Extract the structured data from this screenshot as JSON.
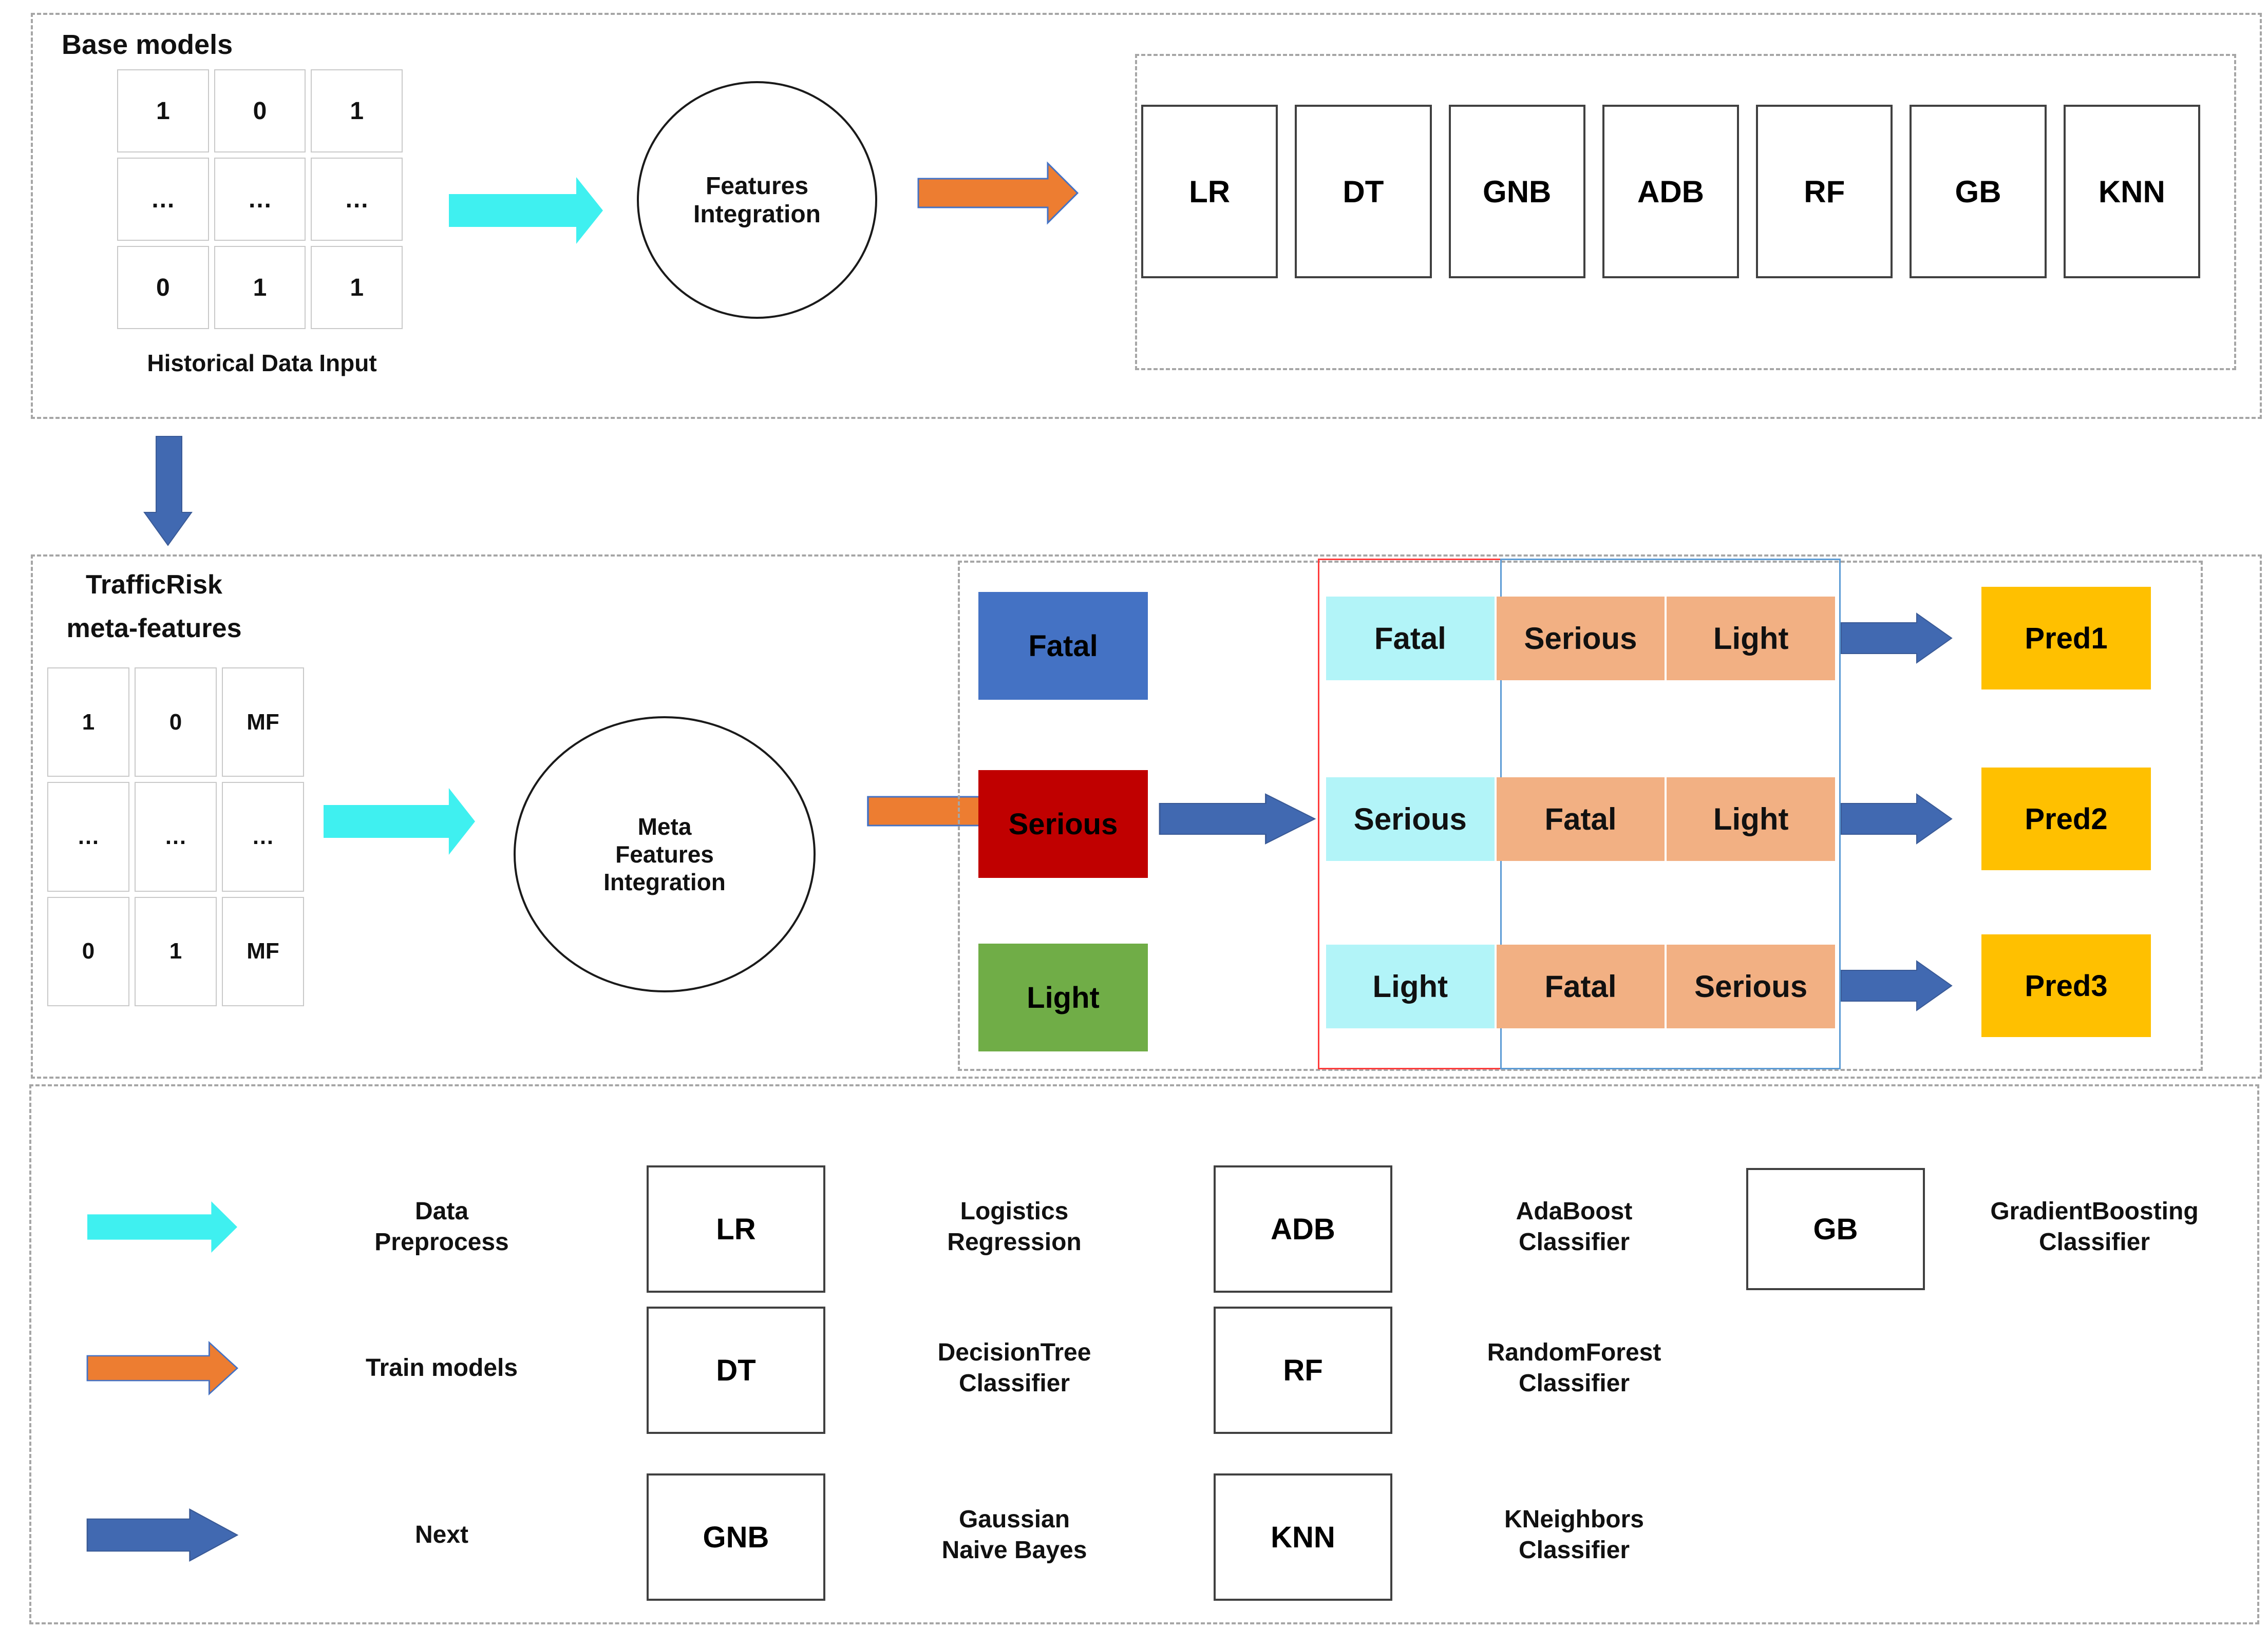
{
  "colors": {
    "data_preprocess_arrow": "#3FF0F0",
    "train_models_arrow": "#ED7D31",
    "next_arrow": "#4169B1",
    "fatal_box": "#4472C4",
    "serious_box": "#C00000",
    "light_box": "#70AD47",
    "rank_first_cell": "#B2F4F8",
    "rank_other_cell": "#F2B083",
    "prediction_box": "#FFC000",
    "first_column_outline": "#FF3B3B",
    "other_columns_outline": "#5B9BD5"
  },
  "top_section": {
    "title": "Base models",
    "matrix": {
      "rows": [
        [
          "1",
          "0",
          "1"
        ],
        [
          "…",
          "…",
          "…"
        ],
        [
          "0",
          "1",
          "1"
        ]
      ]
    },
    "matrix_caption": "Historical Data Input",
    "ellipse_lines": [
      "Features",
      "Integration"
    ],
    "models": [
      "LR",
      "DT",
      "GNB",
      "ADB",
      "RF",
      "GB",
      "KNN"
    ]
  },
  "middle_section": {
    "title_lines": [
      "TrafficRisk",
      "meta-features"
    ],
    "matrix": {
      "rows": [
        [
          "1",
          "0",
          "MF"
        ],
        [
          "…",
          "…",
          "…"
        ],
        [
          "0",
          "1",
          "MF"
        ]
      ]
    },
    "ellipse_lines": [
      "Meta",
      "Features",
      "Integration"
    ],
    "class_labels": [
      "Fatal",
      "Serious",
      "Light"
    ],
    "rank_table": {
      "rows": [
        [
          "Fatal",
          "Serious",
          "Light"
        ],
        [
          "Serious",
          "Fatal",
          "Light"
        ],
        [
          "Light",
          "Fatal",
          "Serious"
        ]
      ]
    },
    "predictions": [
      "Pred1",
      "Pred2",
      "Pred3"
    ]
  },
  "legend": {
    "flow_items": [
      {
        "label_lines": [
          "Data",
          "Preprocess"
        ]
      },
      {
        "label_lines": [
          "Train models"
        ]
      },
      {
        "label_lines": [
          "Next"
        ]
      }
    ],
    "model_defs_col1": [
      {
        "abbr": "LR",
        "name_lines": [
          "Logistics",
          "Regression"
        ]
      },
      {
        "abbr": "DT",
        "name_lines": [
          "DecisionTree",
          "Classifier"
        ]
      },
      {
        "abbr": "GNB",
        "name_lines": [
          "Gaussian",
          "Naive Bayes"
        ]
      }
    ],
    "model_defs_col2": [
      {
        "abbr": "ADB",
        "name_lines": [
          "AdaBoost",
          "Classifier"
        ]
      },
      {
        "abbr": "RF",
        "name_lines": [
          "RandomForest",
          "Classifier"
        ]
      },
      {
        "abbr": "KNN",
        "name_lines": [
          "KNeighbors",
          "Classifier"
        ]
      }
    ],
    "model_defs_col3": [
      {
        "abbr": "GB",
        "name_lines": [
          "GradientBoosting",
          "Classifier"
        ]
      }
    ]
  }
}
